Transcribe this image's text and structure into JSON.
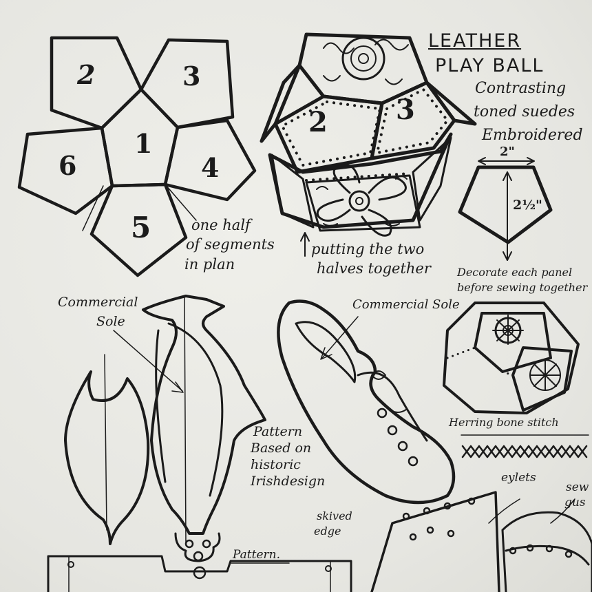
{
  "title": "LEATHER PLAY BALL",
  "title_lines": [
    "LEATHER",
    "PLAY BALL"
  ],
  "subtitle_lines": [
    "Contrasting",
    "toned suedes",
    "Embroidered"
  ],
  "plan": {
    "segments": [
      "1",
      "2",
      "3",
      "4",
      "5",
      "6"
    ],
    "caption_lines": [
      "one half",
      "of segments",
      "in plan"
    ]
  },
  "ball": {
    "segments": [
      "2",
      "3"
    ],
    "caption_lines": [
      "putting the two",
      "halves together"
    ]
  },
  "panel_dimensions": {
    "width": "2\"",
    "height": "2½\""
  },
  "decorate_caption_lines": [
    "Decorate each panel",
    "before sewing together"
  ],
  "stitch_label": "Herring bone stitch",
  "labels": {
    "commercial_sole_left_lines": [
      "Commercial",
      "Sole"
    ],
    "commercial_sole_right": "Commercial Sole",
    "pattern_note_lines": [
      "Pattern",
      "Based on",
      "historic",
      "Irishdesign"
    ],
    "pattern": "Pattern.",
    "eylets": "eylets",
    "skived_edge_lines": [
      "skived",
      "edge"
    ],
    "sew_gusset_lines": [
      "sew",
      "gus"
    ]
  },
  "colors": {
    "paper": "#e8e8e3",
    "ink": "#1b1b1b"
  }
}
